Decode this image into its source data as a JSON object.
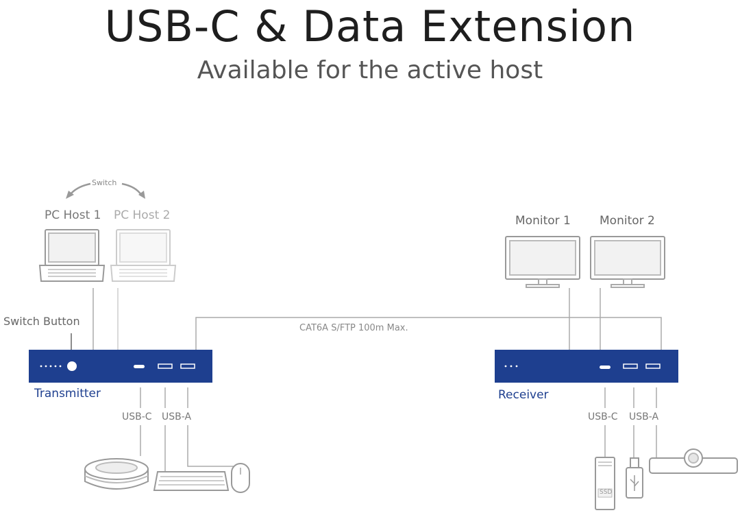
{
  "header": {
    "title": "USB-C & Data Extension",
    "subtitle": "Available for the active host"
  },
  "hosts": {
    "switch_label": "Switch",
    "host1": "PC Host 1",
    "host2": "PC Host 2"
  },
  "monitors": {
    "monitor1": "Monitor 1",
    "monitor2": "Monitor 2"
  },
  "transmitter": {
    "label": "Transmitter",
    "switch_button_label": "Switch Button",
    "usb_c_label": "USB-C",
    "usb_a_label": "USB-A"
  },
  "cable": {
    "label": "CAT6A S/FTP 100m Max."
  },
  "receiver": {
    "label": "Receiver",
    "usb_c_label": "USB-C",
    "usb_a_label": "USB-A"
  },
  "peripherals": {
    "ssd_label": "SSD"
  },
  "colors": {
    "device_blue": "#1e3f8f",
    "line_gray": "#aaaaaa"
  }
}
